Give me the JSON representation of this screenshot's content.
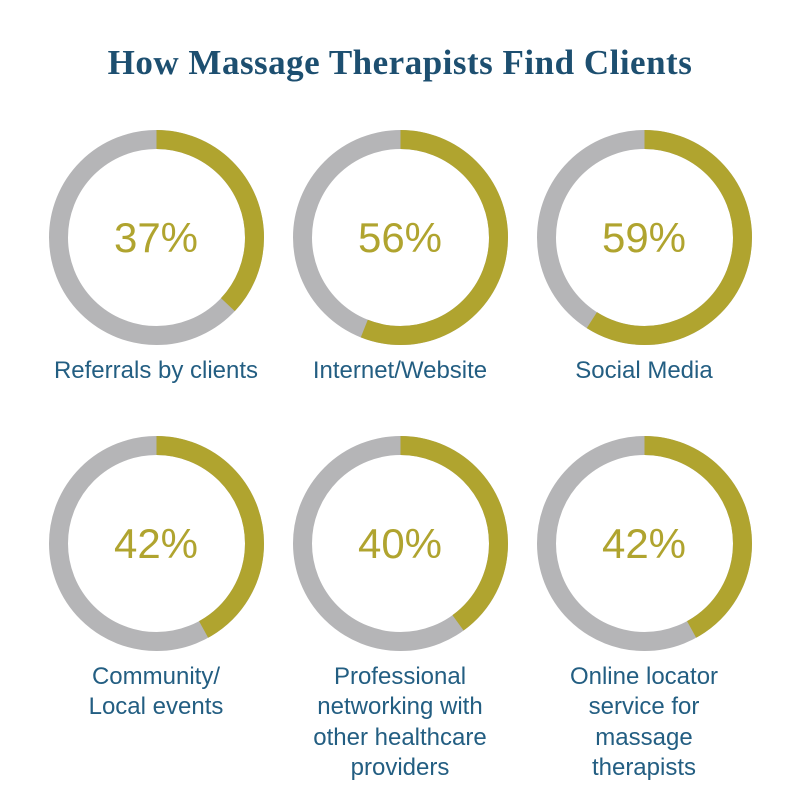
{
  "title": "How Massage Therapists Find Clients",
  "colors": {
    "value_arc": "#b0a42f",
    "track_arc": "#b5b5b7",
    "title_text": "#1d4f70",
    "label_text": "#235e82",
    "background": "#ffffff"
  },
  "chart_data": {
    "type": "pie",
    "subtype": "donut-multiples",
    "title": "How Massage Therapists Find Clients",
    "unit": "%",
    "start_angle_deg": 0,
    "direction": "clockwise",
    "legend": false,
    "series": [
      {
        "label": "Referrals by clients",
        "value": 37,
        "display": "37%"
      },
      {
        "label": "Internet/Website",
        "value": 56,
        "display": "56%"
      },
      {
        "label": "Social Media",
        "value": 59,
        "display": "59%"
      },
      {
        "label": "Community/\nLocal events",
        "value": 42,
        "display": "42%"
      },
      {
        "label": "Professional\nnetworking with\nother healthcare\nproviders",
        "value": 40,
        "display": "40%"
      },
      {
        "label": "Online locator\nservice for\nmassage\ntherapists",
        "value": 42,
        "display": "42%"
      }
    ]
  }
}
